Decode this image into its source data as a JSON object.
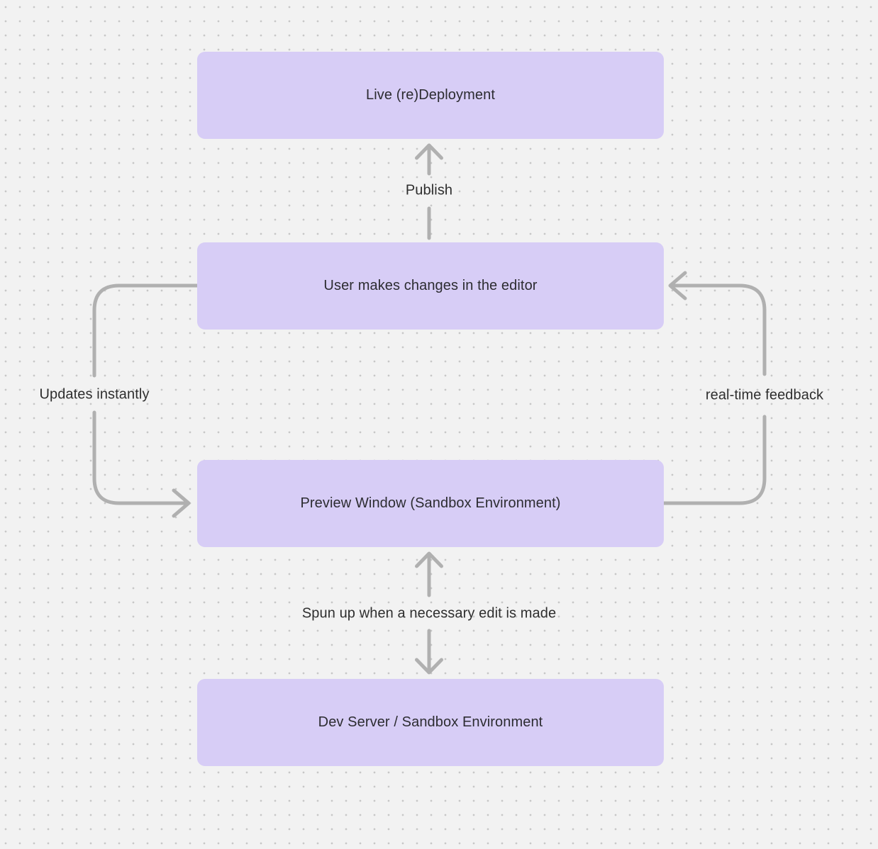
{
  "diagram": {
    "nodes": [
      {
        "id": "live-deployment",
        "label": "Live (re)Deployment"
      },
      {
        "id": "user-editor",
        "label": "User makes changes in the editor"
      },
      {
        "id": "preview-window",
        "label": "Preview Window (Sandbox Environment)"
      },
      {
        "id": "dev-server",
        "label": "Dev Server / Sandbox Environment"
      }
    ],
    "edges": [
      {
        "id": "publish",
        "label": "Publish",
        "from": "user-editor",
        "to": "live-deployment",
        "direction": "up"
      },
      {
        "id": "updates-instantly",
        "label": "Updates instantly",
        "from": "user-editor",
        "to": "preview-window",
        "direction": "left-side-down"
      },
      {
        "id": "real-time-feedback",
        "label": "real-time feedback",
        "from": "preview-window",
        "to": "user-editor",
        "direction": "right-side-up"
      },
      {
        "id": "spun-up",
        "label": "Spun up when a necessary edit is made",
        "from": "preview-window",
        "to": "dev-server",
        "direction": "both"
      }
    ]
  },
  "colors": {
    "background": "#f2f2f2",
    "grid_dot": "#c7c7c7",
    "node_fill": "#d7cdf6",
    "node_text": "#2c2c31",
    "label_text": "#2e2e2e",
    "arrow": "#b0b0b0"
  }
}
